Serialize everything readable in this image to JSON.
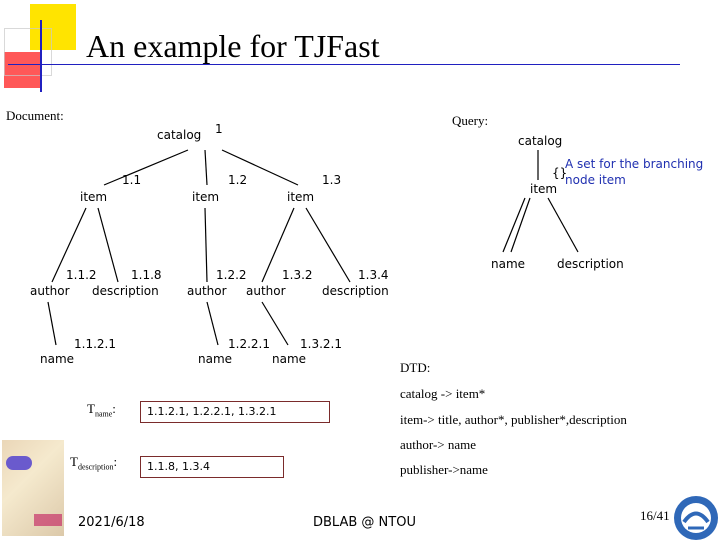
{
  "slide": {
    "title": "An example for TJFast",
    "document_label": "Document:",
    "query_label": "Query:",
    "date": "2021/6/18",
    "footer": "DBLAB @ NTOU",
    "page": "16/41"
  },
  "doc_tree": {
    "root": {
      "name": "catalog",
      "label": "1"
    },
    "nodes": [
      {
        "id": "item11",
        "name": "item",
        "label": "1.1"
      },
      {
        "id": "item12",
        "name": "item",
        "label": "1.2"
      },
      {
        "id": "item13",
        "name": "item",
        "label": "1.3"
      },
      {
        "id": "author112",
        "name": "author",
        "label": "1.1.2"
      },
      {
        "id": "desc118",
        "name": "description",
        "label": "1.1.8"
      },
      {
        "id": "author122",
        "name": "author",
        "label": "1.2.2"
      },
      {
        "id": "author132",
        "name": "author",
        "label": "1.3.2"
      },
      {
        "id": "desc134",
        "name": "description",
        "label": "1.3.4"
      },
      {
        "id": "name1121",
        "name": "name",
        "label": "1.1.2.1"
      },
      {
        "id": "name1221",
        "name": "name",
        "label": "1.2.2.1"
      },
      {
        "id": "name1321",
        "name": "name",
        "label": "1.3.2.1"
      }
    ]
  },
  "query_tree": {
    "root": "catalog",
    "item": "item",
    "branch_marker": "{}",
    "branch_note": [
      "A set for the branching",
      "node item"
    ],
    "children": [
      "name",
      "description"
    ]
  },
  "t_lists": [
    {
      "symbol": "T",
      "subscript": "name",
      "colon": ":",
      "value": "1.1.2.1, 1.2.2.1, 1.3.2.1"
    },
    {
      "symbol": "T",
      "subscript": "description",
      "colon": ":",
      "value": "1.1.8, 1.3.4"
    }
  ],
  "dtd": {
    "heading": "DTD:",
    "rules": [
      "catalog -> item*",
      "item-> title, author*, publisher*,description",
      "author-> name",
      "publisher->name"
    ]
  }
}
